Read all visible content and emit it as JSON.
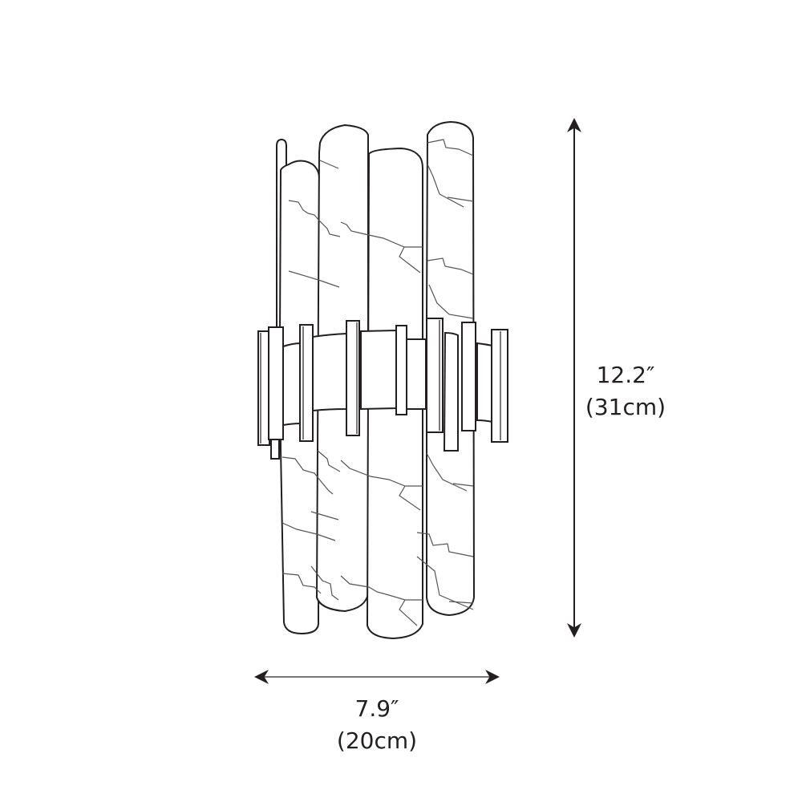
{
  "diagram": {
    "subject": "wall sconce with marble-textured rods",
    "colors": {
      "background": "#ffffff",
      "line": "#231f20",
      "vein": "#555555",
      "arrow_width_line": "#777777"
    },
    "dimensions": {
      "height": {
        "imperial": "12.2″",
        "metric": "(31cm)"
      },
      "width": {
        "imperial": "7.9″",
        "metric": "(20cm)"
      }
    }
  }
}
